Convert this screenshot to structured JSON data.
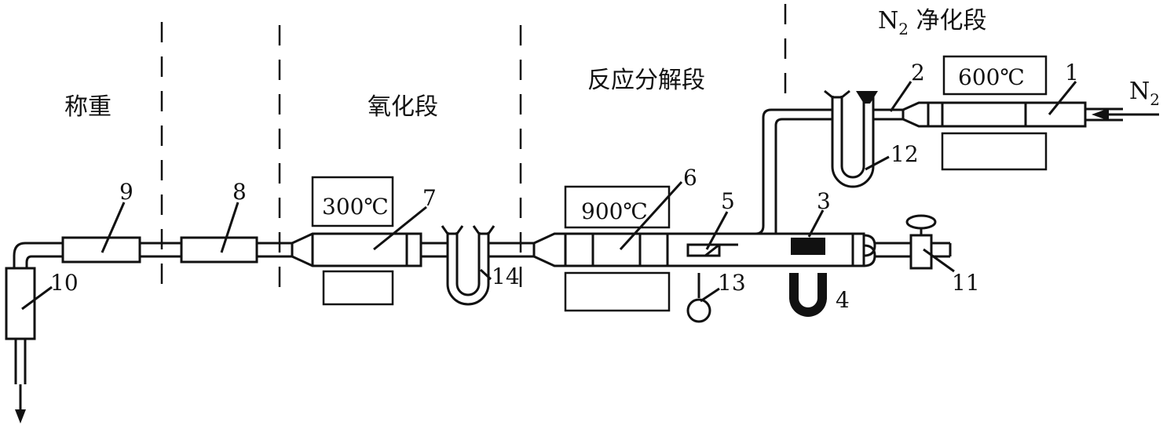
{
  "sections": {
    "weighing": "称重",
    "oxidation": "氧化段",
    "decomposition": "反应分解段",
    "n2_prefix": "N",
    "n2_sub": "2",
    "n2_suffix": " 净化段"
  },
  "inlet": {
    "label": "N",
    "sub": "2"
  },
  "temperatures": {
    "t600": "600℃",
    "t300": "300℃",
    "t900": "900℃"
  },
  "numbers": {
    "n1": "1",
    "n2": "2",
    "n3": "3",
    "n4": "4",
    "n5": "5",
    "n6": "6",
    "n7": "7",
    "n8": "8",
    "n9": "9",
    "n10": "10",
    "n11": "11",
    "n12": "12",
    "n13": "13",
    "n14": "14"
  }
}
